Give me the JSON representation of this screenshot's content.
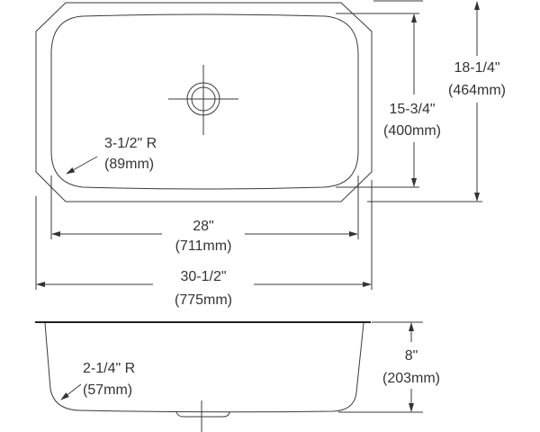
{
  "top_view": {
    "corner_radius": {
      "imperial": "3-1/2\" R",
      "metric": "(89mm)"
    },
    "bowl_width": {
      "imperial": "28\"",
      "metric": "(711mm)"
    },
    "overall_width": {
      "imperial": "30-1/2\"",
      "metric": "(775mm)"
    },
    "bowl_length": {
      "imperial": "15-3/4\"",
      "metric": "(400mm)"
    },
    "overall_length": {
      "imperial": "18-1/4\"",
      "metric": "(464mm)"
    }
  },
  "side_view": {
    "bottom_radius": {
      "imperial": "2-1/4\" R",
      "metric": "(57mm)"
    },
    "depth": {
      "imperial": "8\"",
      "metric": "(203mm)"
    }
  },
  "colors": {
    "line": "#3a3a3a",
    "background": "#ffffff"
  }
}
